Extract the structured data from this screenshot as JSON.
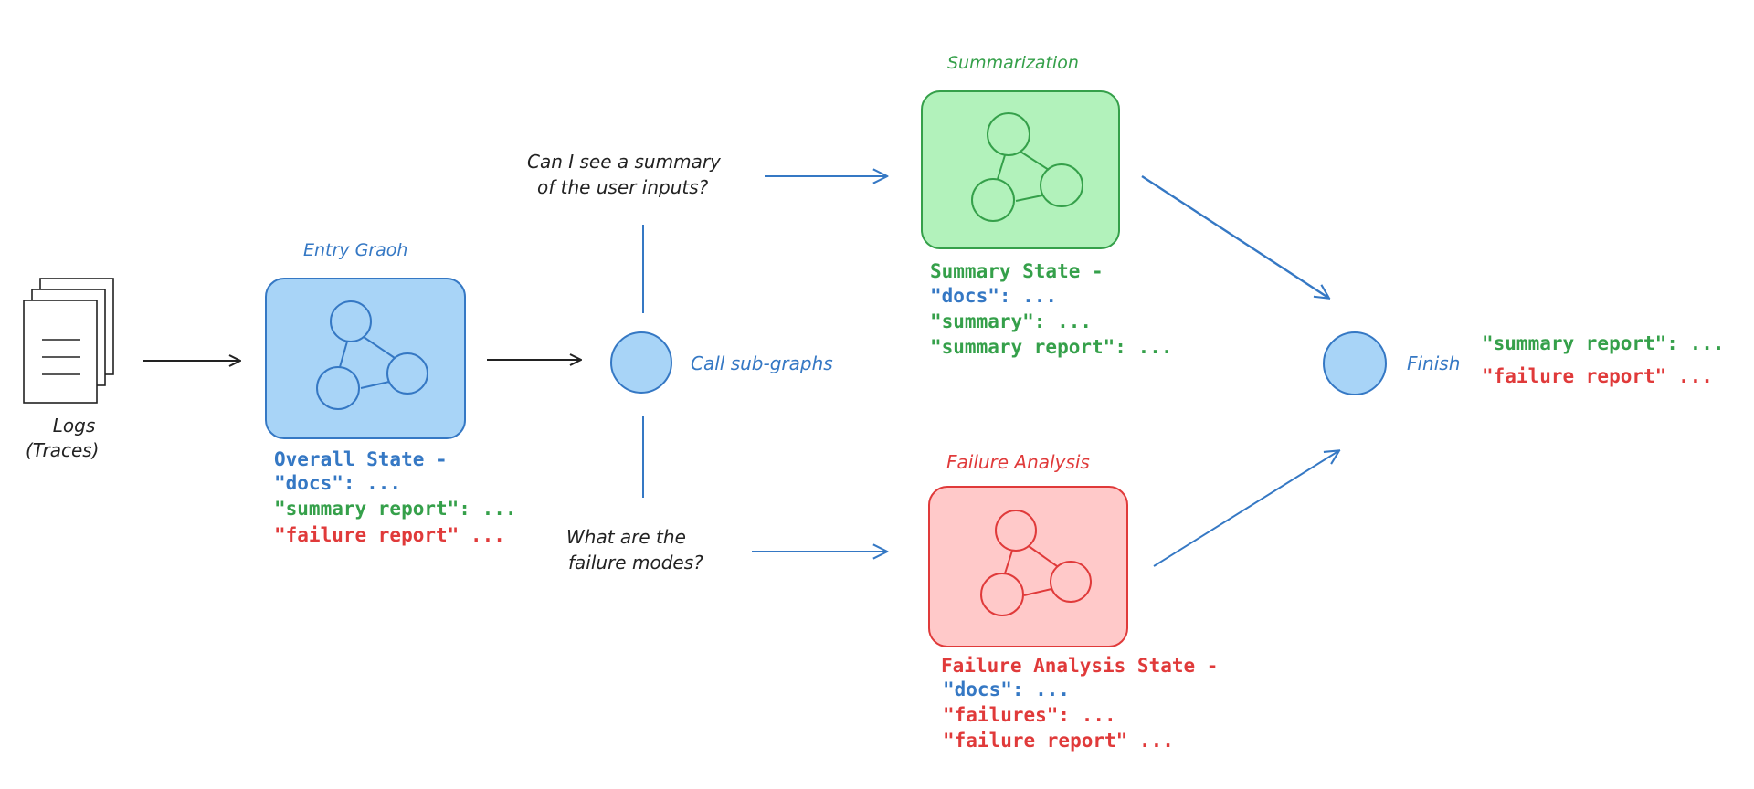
{
  "colors": {
    "blue": "#3578c4",
    "blue_fill": "#a8d4f7",
    "green": "#35a04a",
    "green_fill": "#b2f2bb",
    "red": "#e03a3a",
    "red_fill": "#ffc9c9",
    "dark": "#222222"
  },
  "logs": {
    "line1": "Logs",
    "line2": "(Traces)",
    "icon": "documents-icon"
  },
  "entry_graph": {
    "title": "Entry Graoh",
    "state_title": "Overall State -",
    "state_lines": [
      "\"docs\": ...",
      "\"summary report\":  ...",
      "\"failure report\"  ..."
    ]
  },
  "router": {
    "label": "Call sub-graphs"
  },
  "questions": {
    "summary_q1": "Can I see a summary",
    "summary_q2": "of the user inputs?",
    "failure_q1": "What are the",
    "failure_q2": "failure modes?"
  },
  "summarization": {
    "title": "Summarization",
    "state_title": "Summary State -",
    "state_lines": [
      "\"docs\": ...",
      "\"summary\":  ...",
      "\"summary report\":  ..."
    ]
  },
  "failure_analysis": {
    "title": "Failure Analysis",
    "state_title": "Failure Analysis State -",
    "state_lines": [
      "\"docs\": ...",
      "\"failures\":  ...",
      "\"failure report\"  ..."
    ]
  },
  "finish": {
    "label": "Finish",
    "outputs": [
      "\"summary report\":  ...",
      "\"failure report\"  ..."
    ]
  }
}
